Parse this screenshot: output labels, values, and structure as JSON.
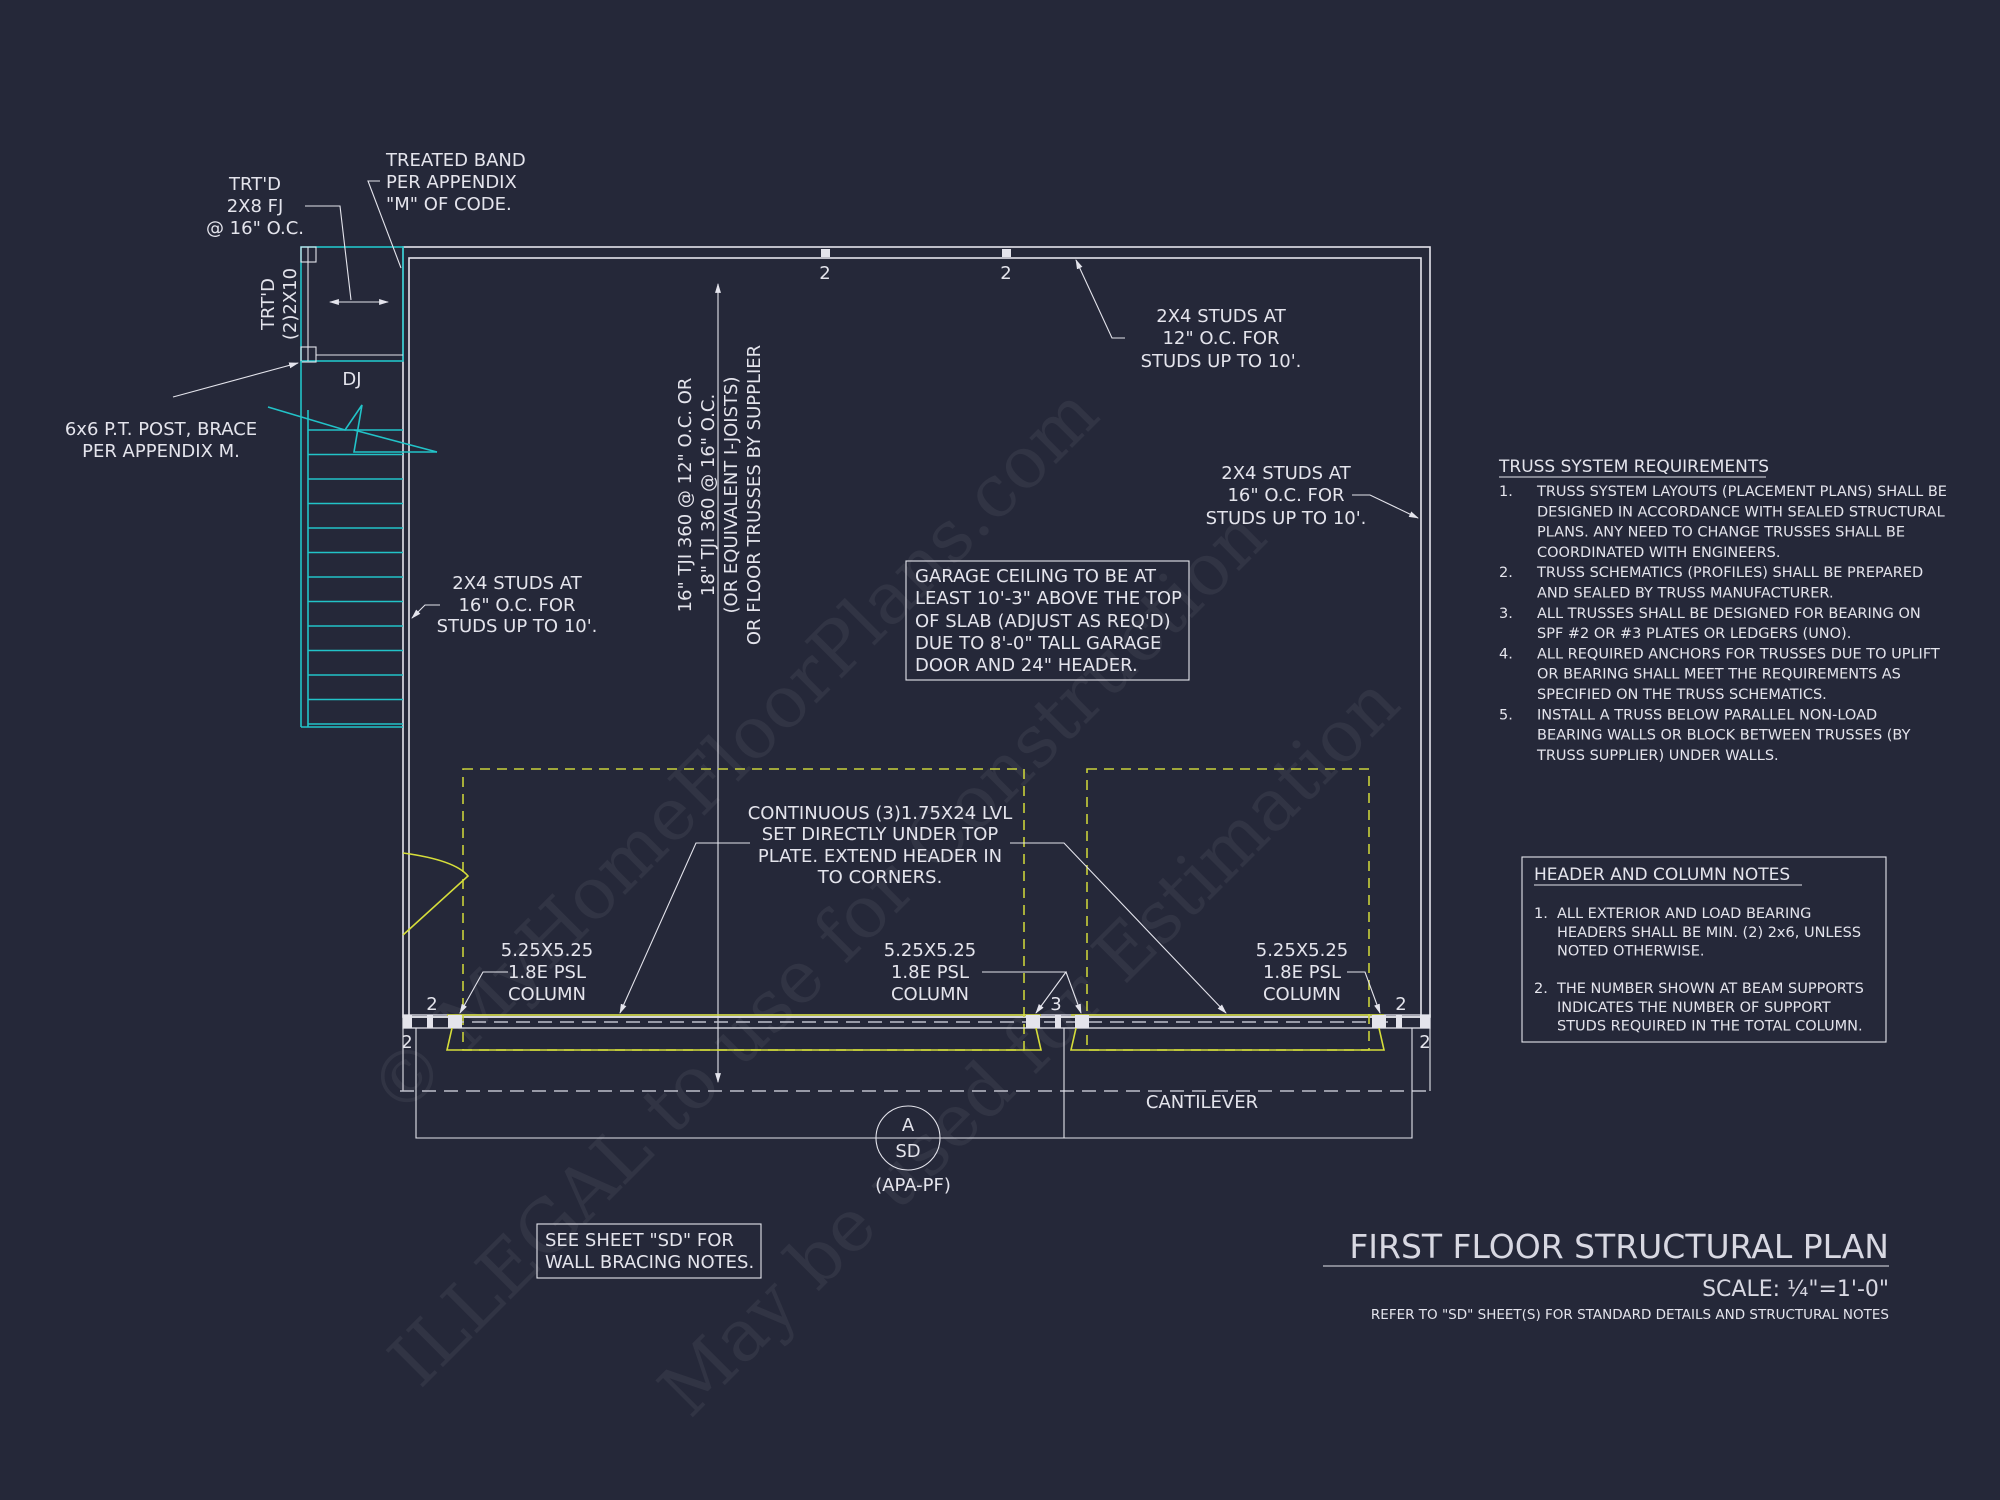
{
  "colors": {
    "background": "#252839",
    "lines": "#e4e4ec",
    "stair": "#22c3c8",
    "beam": "#d6de3a"
  },
  "watermark": [
    "© MyHomeFloorPlans.com",
    "ILLEGAL to use for Construction",
    "May be used for Estimation"
  ],
  "plan": {
    "fj_label": [
      "TRT'D",
      "2X8 FJ",
      "@ 16\" O.C."
    ],
    "band_label": [
      "TREATED BAND",
      "PER APPENDIX",
      "\"M\" OF CODE."
    ],
    "beam_label": [
      "TRT'D",
      "(2)2X10"
    ],
    "dj_label": "DJ",
    "post_label": [
      "6x6 P.T. POST, BRACE",
      "PER APPENDIX M."
    ],
    "studs_top": [
      "2X4 STUDS AT",
      "12\" O.C. FOR",
      "STUDS UP TO 10'."
    ],
    "studs_right": [
      "2X4 STUDS AT",
      "16\" O.C. FOR",
      "STUDS UP TO 10'."
    ],
    "studs_left": [
      "2X4 STUDS AT",
      "16\" O.C. FOR",
      "STUDS UP TO 10'."
    ],
    "joist_label": [
      "16\" TJI 360 @ 12\" O.C. OR",
      "18\" TJI 360 @ 16\" O.C.",
      "(OR EQUIVALENT I-JOISTS)",
      "OR FLOOR TRUSSES BY SUPPLIER"
    ],
    "garage_ceiling": [
      "GARAGE CEILING TO BE AT",
      "LEAST 10'-3\" ABOVE THE TOP",
      "OF SLAB (ADJUST AS REQ'D)",
      "DUE TO 8'-0\" TALL GARAGE",
      "DOOR AND 24\" HEADER."
    ],
    "lvl_label": [
      "CONTINUOUS (3)1.75X24 LVL",
      "SET DIRECTLY UNDER TOP",
      "PLATE. EXTEND HEADER IN",
      "TO CORNERS."
    ],
    "column_label": [
      "5.25X5.25",
      "1.8E PSL",
      "COLUMN"
    ],
    "support_counts": {
      "top_a": "2",
      "top_b": "2",
      "bl_a": "2",
      "bl_b": "2",
      "mid": "3",
      "br_a": "2",
      "br_b": "2"
    },
    "cantilever": "CANTILEVER",
    "section_marker": {
      "letter": "A",
      "sheet": "SD",
      "note": "(APA-PF)"
    },
    "see_sheet": [
      "SEE SHEET \"SD\" FOR",
      "WALL BRACING NOTES."
    ]
  },
  "truss": {
    "title": "TRUSS SYSTEM REQUIREMENTS",
    "items": [
      {
        "num": "1.",
        "lines": [
          "TRUSS SYSTEM LAYOUTS (PLACEMENT PLANS) SHALL BE",
          "DESIGNED IN ACCORDANCE WITH SEALED STRUCTURAL",
          "PLANS. ANY NEED TO CHANGE TRUSSES SHALL BE",
          "COORDINATED WITH  ENGINEERS."
        ]
      },
      {
        "num": "2.",
        "lines": [
          "TRUSS SCHEMATICS (PROFILES) SHALL BE PREPARED",
          "AND SEALED BY TRUSS MANUFACTURER."
        ]
      },
      {
        "num": "3.",
        "lines": [
          "ALL TRUSSES SHALL BE DESIGNED FOR BEARING ON",
          "SPF #2 OR #3 PLATES OR LEDGERS (UNO)."
        ]
      },
      {
        "num": "4.",
        "lines": [
          "ALL REQUIRED ANCHORS FOR TRUSSES DUE TO UPLIFT",
          "OR BEARING SHALL MEET THE REQUIREMENTS AS",
          "SPECIFIED ON THE TRUSS SCHEMATICS."
        ]
      },
      {
        "num": "5.",
        "lines": [
          "INSTALL A TRUSS BELOW PARALLEL NON-LOAD",
          "BEARING WALLS OR BLOCK BETWEEN TRUSSES (BY",
          "TRUSS SUPPLIER) UNDER WALLS."
        ]
      }
    ]
  },
  "header_notes": {
    "title": "HEADER AND COLUMN NOTES",
    "items": [
      {
        "num": "1.",
        "lines": [
          "ALL EXTERIOR AND LOAD BEARING",
          "HEADERS SHALL BE MIN. (2) 2x6, UNLESS",
          "NOTED OTHERWISE."
        ]
      },
      {
        "num": "2.",
        "lines": [
          "THE NUMBER SHOWN AT BEAM SUPPORTS",
          "INDICATES THE NUMBER OF SUPPORT",
          "STUDS REQUIRED IN THE TOTAL COLUMN."
        ]
      }
    ]
  },
  "title_block": {
    "title": "FIRST FLOOR STRUCTURAL PLAN",
    "scale": "SCALE: ¼\"=1'-0\"",
    "note": "REFER TO \"SD\" SHEET(S) FOR STANDARD DETAILS AND STRUCTURAL NOTES"
  }
}
